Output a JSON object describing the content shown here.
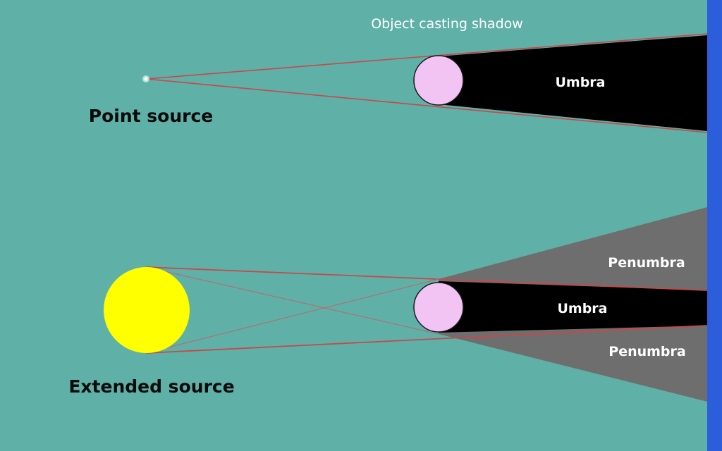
{
  "labels": {
    "object_casting_shadow": "Object casting shadow",
    "umbra_top": "Umbra",
    "point_source": "Point source",
    "penumbra_upper": "Penumbra",
    "umbra_bottom": "Umbra",
    "penumbra_lower": "Penumbra",
    "extended_source": "Extended source"
  },
  "colors": {
    "background": "#5fb1a8",
    "umbra": "#000000",
    "penumbra": "#6e6e6e",
    "ray": "#c8484a",
    "object": "#f2c4f4",
    "sun": "#ffff00",
    "edge_bar": "#2c5ddb",
    "point_light": "#ffffff"
  }
}
